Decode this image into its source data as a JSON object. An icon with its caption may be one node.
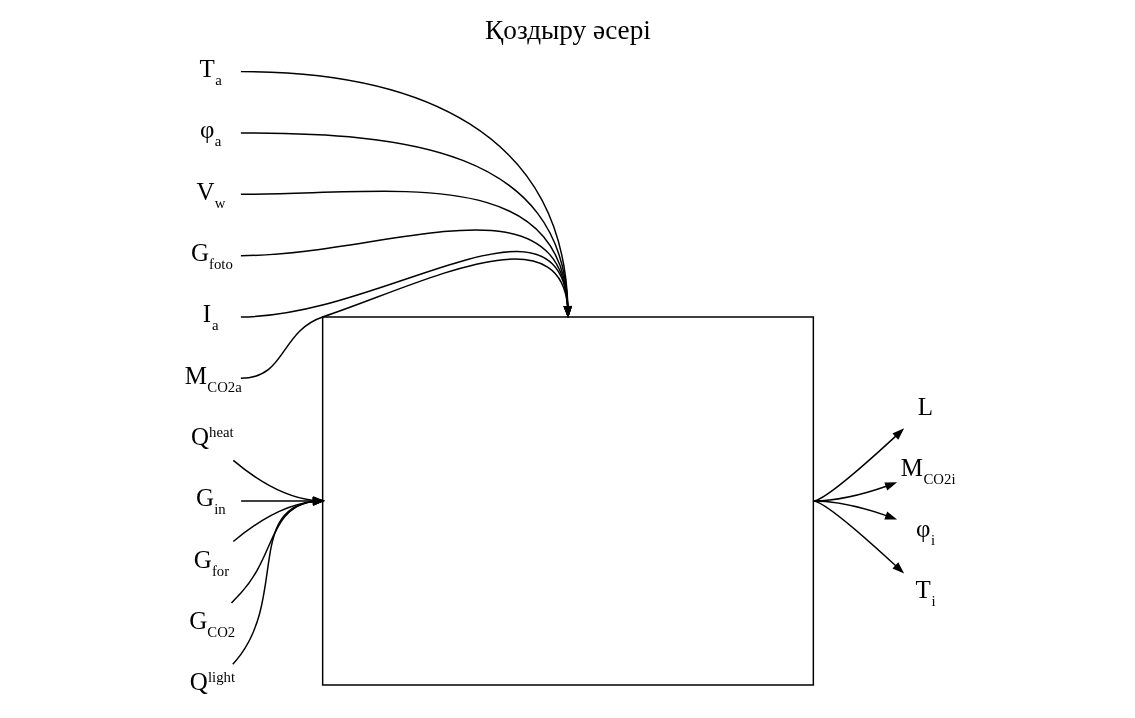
{
  "diagram": {
    "title": "Қоздыру әсері",
    "nodes": [
      {
        "text": [],
        "shape": "box"
      },
      {
        "text": [
          "T$_{a}$"
        ]
      },
      {
        "text": [
          "φ$_{a}$"
        ]
      },
      {
        "text": [
          "V$_{w}$"
        ]
      },
      {
        "text": [
          "G$_{foto}$"
        ]
      },
      {
        "text": [
          "I$_{a}$"
        ]
      },
      {
        "text": [
          "M$_{CO2a}$"
        ]
      },
      {
        "text": [
          "Q$^{heat}$"
        ]
      },
      {
        "text": [
          "G$_{in}$"
        ]
      },
      {
        "text": [
          "G$_{for}$"
        ]
      },
      {
        "text": [
          "G$_{CO2}$"
        ]
      },
      {
        "text": [
          "Q$^{light}$"
        ]
      },
      {
        "text": [
          "L"
        ]
      },
      {
        "text": [
          "M$_{CO2i}$"
        ]
      },
      {
        "text": [
          "φ$_{i}$"
        ]
      },
      {
        "text": [
          "T$_{i}$"
        ]
      }
    ],
    "edges": [
      {
        "from": 1,
        "to": 0,
        "arrow": "to"
      },
      {
        "from": 2,
        "to": 0,
        "arrow": "to"
      },
      {
        "from": 3,
        "to": 0,
        "arrow": "to"
      },
      {
        "from": 4,
        "to": 0,
        "arrow": "to"
      },
      {
        "from": 5,
        "to": 0,
        "arrow": "to"
      },
      {
        "from": 6,
        "to": 0,
        "arrow": "to"
      },
      {
        "from": 7,
        "to": 0,
        "arrow": "to"
      },
      {
        "from": 8,
        "to": 0,
        "arrow": "to"
      },
      {
        "from": 9,
        "to": 0,
        "arrow": "to"
      },
      {
        "from": 10,
        "to": 0,
        "arrow": "to"
      },
      {
        "from": 11,
        "to": 0,
        "arrow": "to"
      },
      {
        "from": 0,
        "to": 12,
        "arrow": "to"
      },
      {
        "from": 0,
        "to": 13,
        "arrow": "to"
      },
      {
        "from": 0,
        "to": 14,
        "arrow": "to"
      },
      {
        "from": 0,
        "to": 15,
        "arrow": "to"
      }
    ]
  }
}
